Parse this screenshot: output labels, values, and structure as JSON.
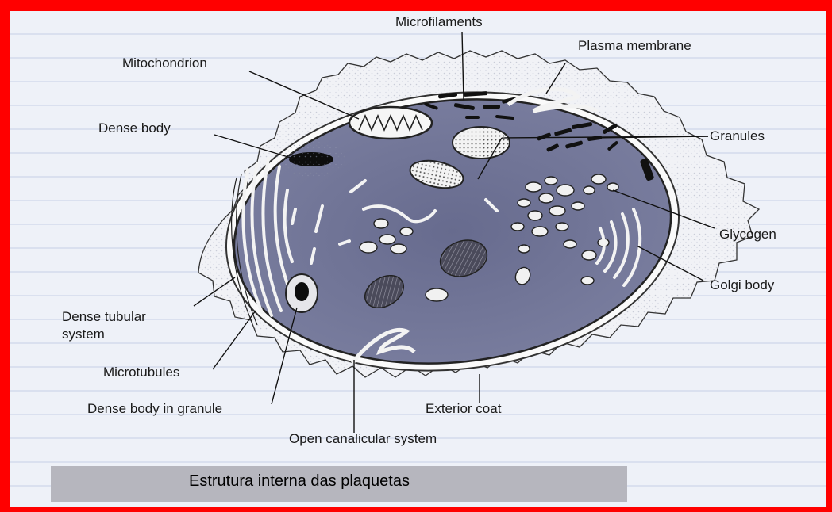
{
  "labels": {
    "microfilaments": "Microfilaments",
    "plasma_membrane": "Plasma membrane",
    "mitochondrion": "Mitochondrion",
    "dense_body": "Dense body",
    "granules": "Granules",
    "glycogen": "Glycogen",
    "golgi_body": "Golgi body",
    "dense_tubular_1": "Dense tubular",
    "dense_tubular_2": "system",
    "microtubules": "Microtubules",
    "dense_body_in_granule": "Dense body in granule",
    "exterior_coat": "Exterior coat",
    "open_canalicular": "Open canalicular system"
  },
  "caption": "Estrutura interna das plaquetas",
  "colors": {
    "frame": "#ff0000",
    "paper": "#eef1f8",
    "cell": "#6f7396",
    "caption_bar": "#b6b6be"
  }
}
